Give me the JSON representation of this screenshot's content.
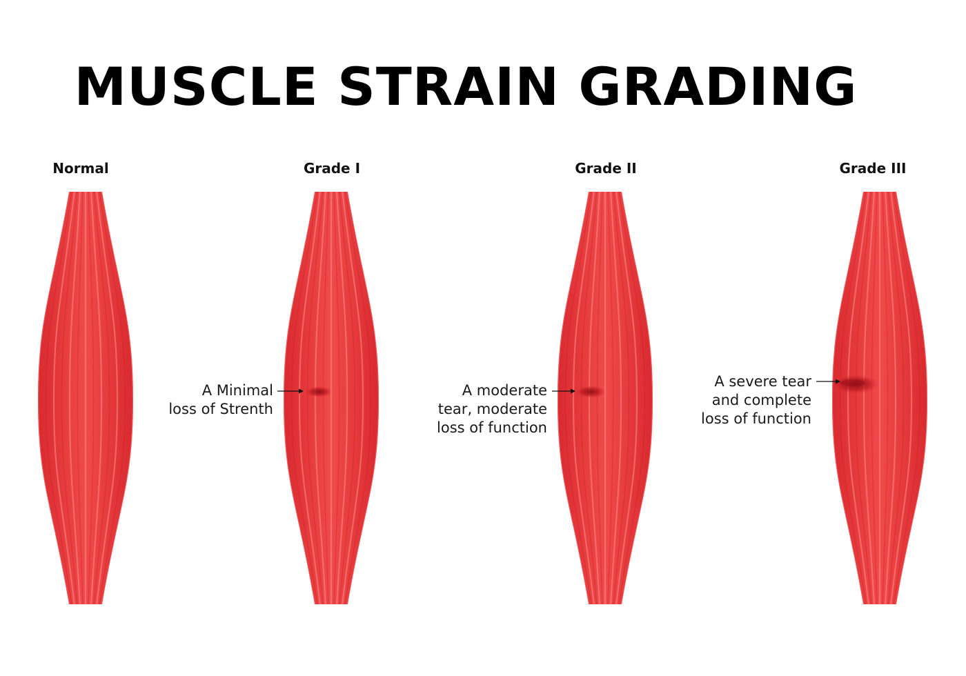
{
  "title": "MUSCLE STRAIN GRADING",
  "colors": {
    "muscle": "#ef4444",
    "muscle_dark": "#c81e24",
    "muscle_light": "#ff8a8a",
    "tear": "#9b1118",
    "text": "#111111"
  },
  "grades": [
    {
      "label": "Normal",
      "annotation": []
    },
    {
      "label": "Grade I",
      "annotation": [
        "A Minimal",
        "loss of Strenth"
      ]
    },
    {
      "label": "Grade II",
      "annotation": [
        "A moderate",
        "tear, moderate",
        "loss of function"
      ]
    },
    {
      "label": "Grade III",
      "annotation": [
        "A severe tear",
        "and complete",
        "loss of function"
      ]
    }
  ]
}
